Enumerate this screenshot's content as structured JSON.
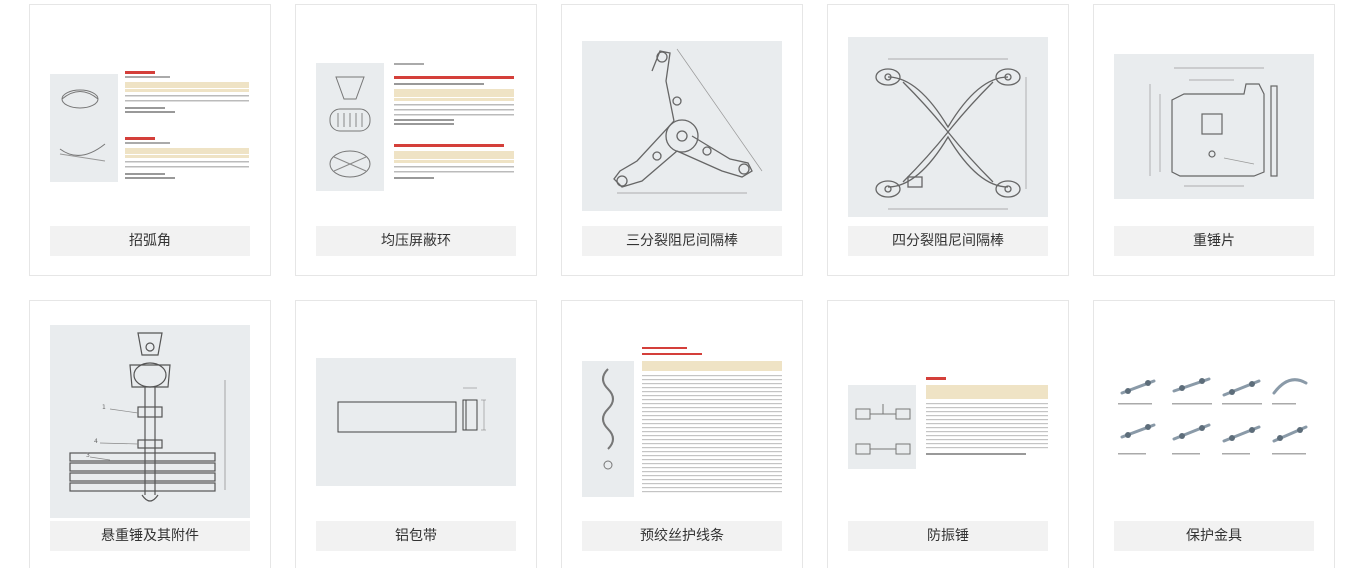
{
  "products": [
    {
      "name": "招弧角",
      "icon": "arcing-horn-icon"
    },
    {
      "name": "均压屏蔽环",
      "icon": "grading-shielding-ring-icon"
    },
    {
      "name": "三分裂阻尼间隔棒",
      "icon": "three-bundle-spacer-damper-icon"
    },
    {
      "name": "四分裂阻尼间隔棒",
      "icon": "four-bundle-spacer-damper-icon"
    },
    {
      "name": "重锤片",
      "icon": "counterweight-plate-icon"
    },
    {
      "name": "悬重锤及其附件",
      "icon": "suspension-weight-icon"
    },
    {
      "name": "铝包带",
      "icon": "aluminum-armor-tape-icon"
    },
    {
      "name": "预绞丝护线条",
      "icon": "preformed-armor-rod-icon"
    },
    {
      "name": "防振锤",
      "icon": "vibration-damper-icon"
    },
    {
      "name": "保护金具",
      "icon": "protective-fittings-icon"
    }
  ],
  "colors": {
    "thumb_bg": "#e9ecee",
    "line": "#6b6f73",
    "caption_bg": "#f2f2f2",
    "border": "#e6e6e6",
    "accent_red": "#d43f3a",
    "table_head": "#efe3c5"
  }
}
